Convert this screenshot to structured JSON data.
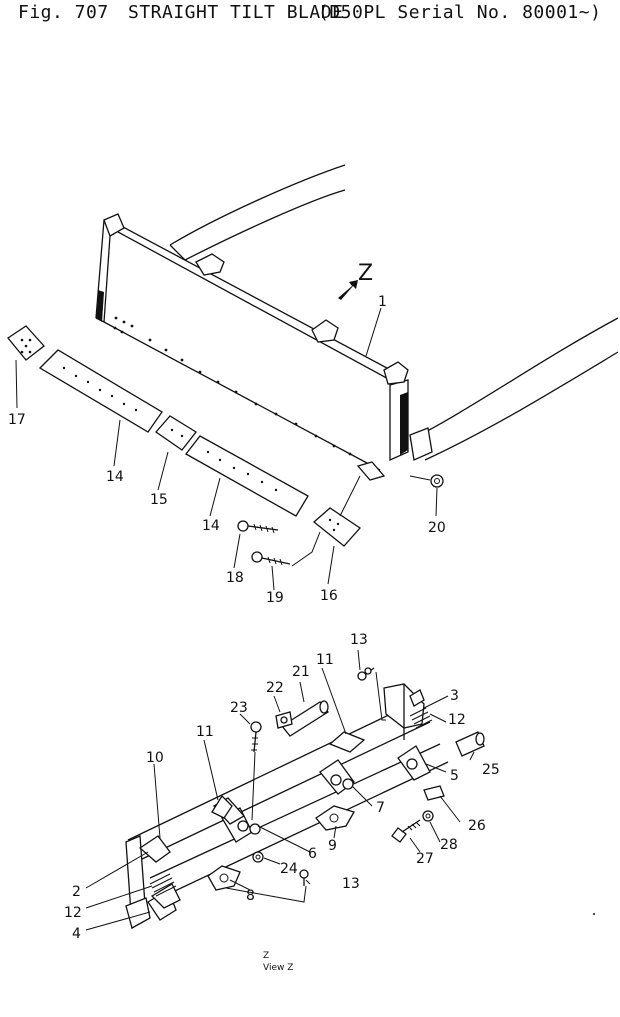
{
  "header": {
    "figure_number": "Fig. 707",
    "title": "STRAIGHT TILT BLADE",
    "serial": "(D50PL Serial No. 80001~)"
  },
  "view_direction_label": "Z",
  "view_caption": "View Z",
  "callouts_upper": [
    "1",
    "14",
    "15",
    "14",
    "16",
    "17",
    "18",
    "19",
    "20"
  ],
  "callouts_lower": [
    "2",
    "3",
    "4",
    "5",
    "6",
    "7",
    "8",
    "9",
    "10",
    "11",
    "11",
    "12",
    "12",
    "13",
    "13",
    "21",
    "22",
    "23",
    "24",
    "25",
    "26",
    "27",
    "28"
  ],
  "colors": {
    "ink": "#111111",
    "paper": "#ffffff"
  }
}
